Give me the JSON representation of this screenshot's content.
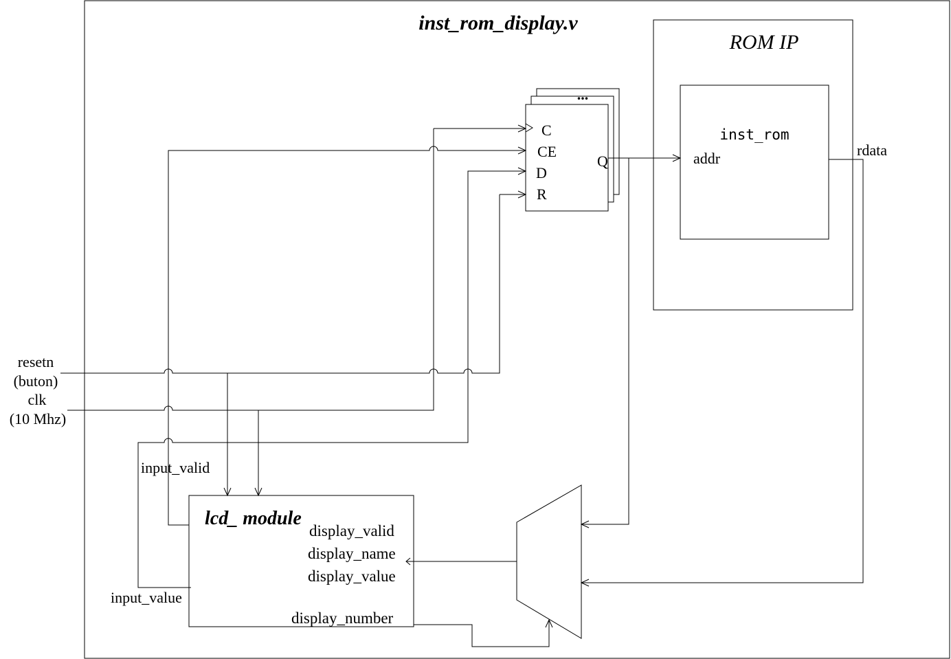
{
  "module_title": "inst_rom_display.v",
  "rom_ip": {
    "title": "ROM IP",
    "inner_name": "inst_rom",
    "addr_port": "addr",
    "rdata_port": "rdata"
  },
  "register": {
    "stack_more": "...",
    "ports": {
      "c": "C",
      "ce": "CE",
      "d": "D",
      "r": "R",
      "q": "Q"
    }
  },
  "inputs": {
    "resetn": "resetn",
    "resetn_note": "(buton)",
    "clk": "clk",
    "clk_note": "(10 Mhz)"
  },
  "lcd": {
    "title": "lcd_ module",
    "display_valid": "display_valid",
    "display_name": "display_name",
    "display_value": "display_value",
    "display_number": "display_number",
    "input_valid": "input_valid",
    "input_value": "input_value"
  }
}
